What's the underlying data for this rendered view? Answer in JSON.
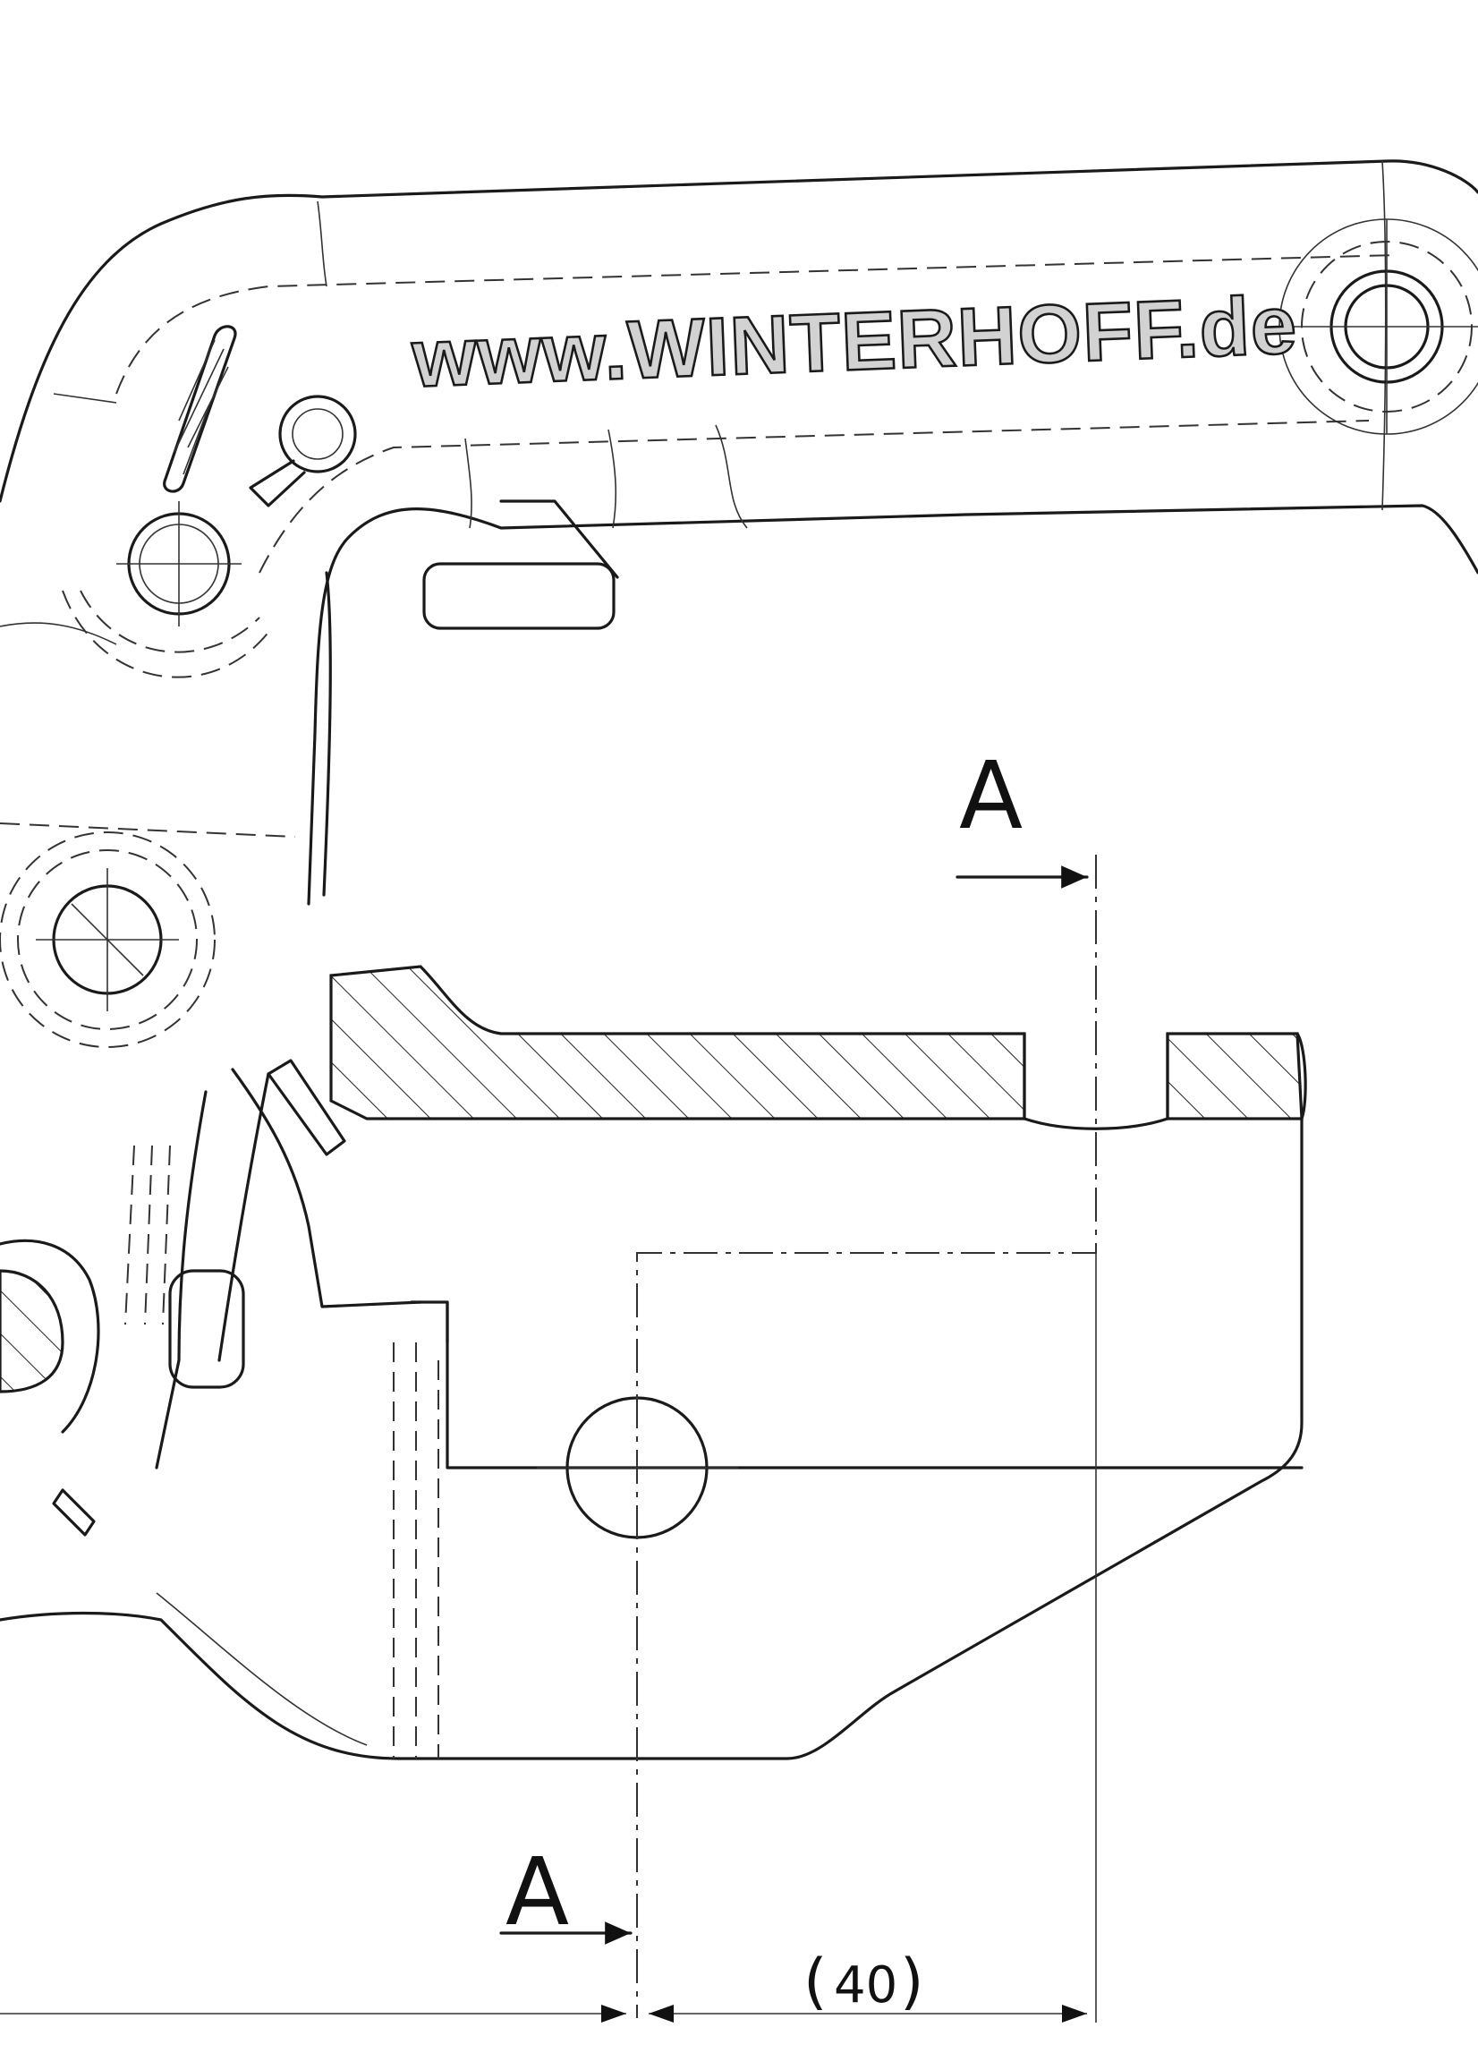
{
  "brand_text": "www.WINTERHOFF.de",
  "section": {
    "top_label": "A",
    "bottom_label": "A"
  },
  "dimension": {
    "value": "40",
    "open_paren": "(",
    "close_paren": ")"
  },
  "colors": {
    "line": "#1a1a1a",
    "lettering_fill": "#d2d2d2",
    "background": "#ffffff"
  }
}
